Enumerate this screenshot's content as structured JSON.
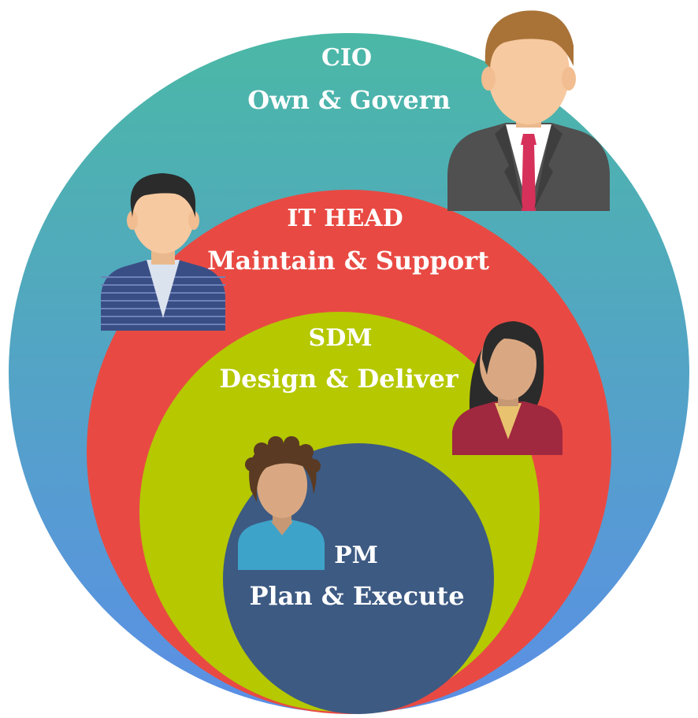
{
  "diagram": {
    "layers": [
      {
        "role": "CIO",
        "responsibility": "Own & Govern",
        "color_top": "#4bb8a6",
        "color_bottom": "#5b8fe6"
      },
      {
        "role": "IT HEAD",
        "responsibility": "Maintain & Support",
        "color": "#e84a43"
      },
      {
        "role": "SDM",
        "responsibility": "Design & Deliver",
        "color": "#b5c800"
      },
      {
        "role": "PM",
        "responsibility": "Plan & Execute",
        "color": "#3d5a83"
      }
    ],
    "people": [
      {
        "name": "cio-man-avatar",
        "suit": "#505050",
        "tie": "#d6315a",
        "hair": "#a97338"
      },
      {
        "name": "it-head-man-avatar",
        "shirt": "#3a4e86",
        "hair": "#2b2b2b"
      },
      {
        "name": "sdm-woman-avatar",
        "blazer": "#a0283f",
        "hair": "#2b2b2b"
      },
      {
        "name": "pm-woman-avatar",
        "top": "#3ea3c9",
        "hair": "#5a3a22"
      }
    ]
  }
}
